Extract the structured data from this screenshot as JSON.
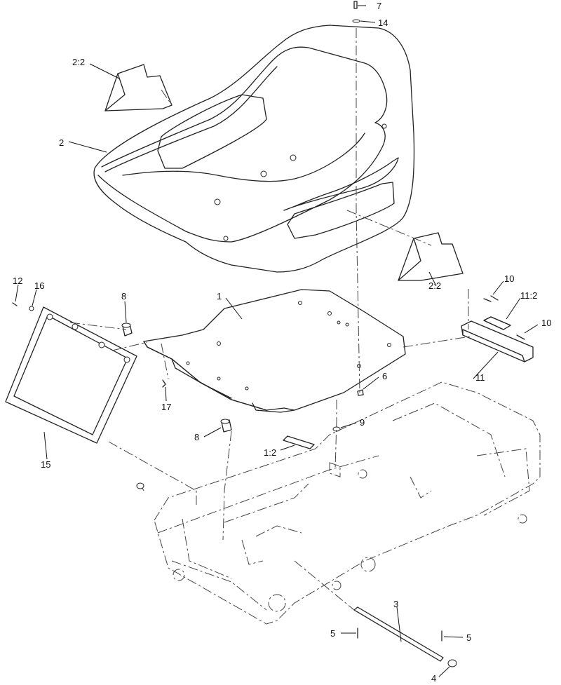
{
  "callouts": {
    "c_7": "7",
    "c_14": "14",
    "c_2_2_top": "2:2",
    "c_2": "2",
    "c_2_2_right": "2:2",
    "c_12": "12",
    "c_16": "16",
    "c_8_top": "8",
    "c_1": "1",
    "c_10_top": "10",
    "c_11_2": "11:2",
    "c_10_right": "10",
    "c_11": "11",
    "c_6": "6",
    "c_17": "17",
    "c_9": "9",
    "c_8_bottom": "8",
    "c_1_2": "1:2",
    "c_15": "15",
    "c_3": "3",
    "c_5_left": "5",
    "c_5_right": "5",
    "c_4": "4"
  }
}
